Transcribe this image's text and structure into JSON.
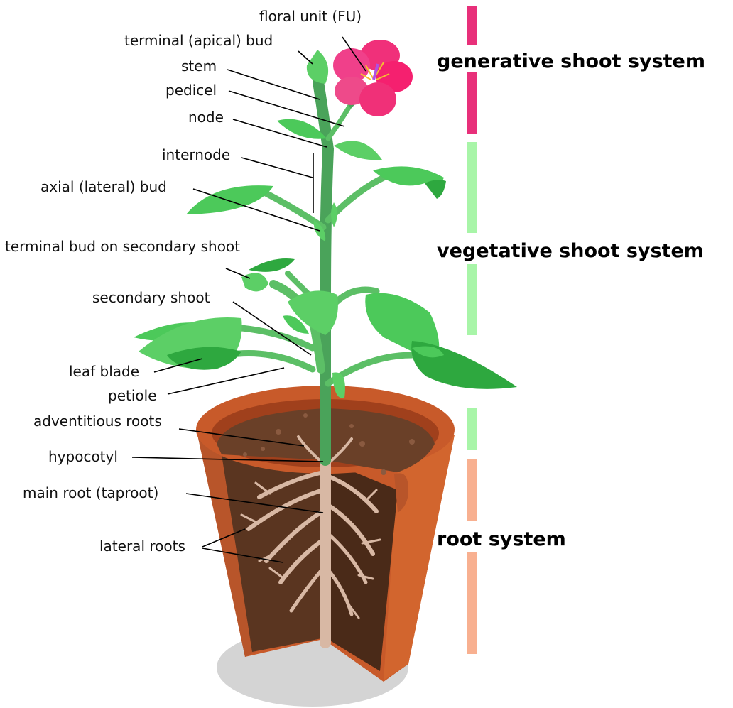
{
  "labels": {
    "floral_unit": "floral unit (FU)",
    "terminal_bud": "terminal (apical) bud",
    "stem": "stem",
    "pedicel": "pedicel",
    "node": "node",
    "internode": "internode",
    "axial_bud": "axial (lateral) bud",
    "terminal_bud_secondary": "terminal bud on secondary shoot",
    "secondary_shoot": "secondary shoot",
    "leaf_blade": "leaf blade",
    "petiole": "petiole",
    "adventitious_roots": "adventitious roots",
    "hypocotyl": "hypocotyl",
    "main_root": "main root (taproot)",
    "lateral_roots": "lateral roots"
  },
  "systems": {
    "generative": "generative shoot system",
    "vegetative": "vegetative shoot system",
    "root": "root system"
  },
  "colors": {
    "generative_bar": "#e8307a",
    "vegetative_bar": "#a8f5a8",
    "root_bar": "#f8b090",
    "leaf": "#4cc95a",
    "leaf_dark": "#2ea83f",
    "stem": "#4aa35a",
    "flower": "#f0307a",
    "pot": "#c85a2a",
    "soil": "#5a3520",
    "root": "#d8b8a4",
    "shadow": "#d4d4d4"
  },
  "icons": {
    "plant": "potted-plant-illustration"
  }
}
